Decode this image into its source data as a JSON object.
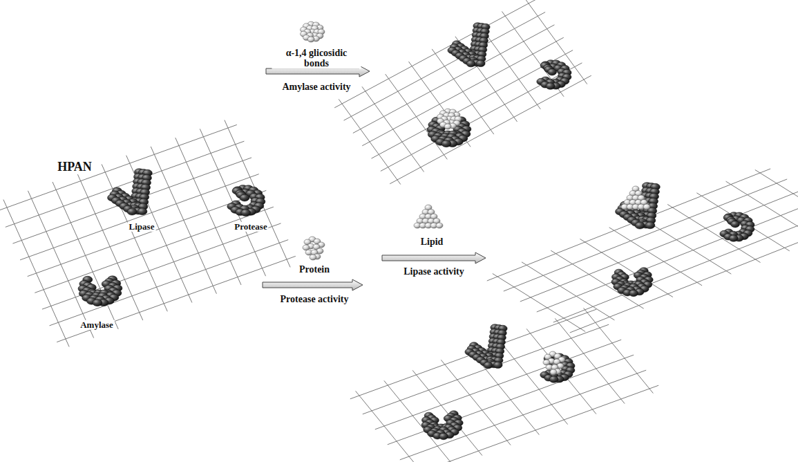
{
  "diagram": {
    "labels": [
      "HPAN",
      "Lipase",
      "Protease",
      "Amylase",
      "α-1,4 glicosidic bonds",
      "Amylase activity",
      "Lipid",
      "Lipase activity",
      "Protein",
      "Protease activity"
    ]
  }
}
